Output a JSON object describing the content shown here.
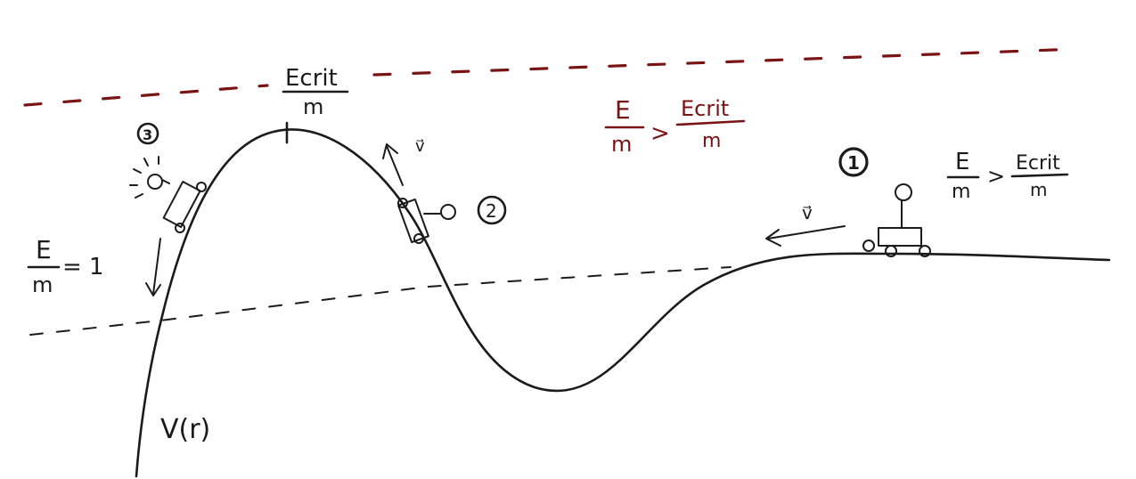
{
  "labels": {
    "e_crit_top_num": "Ecrit",
    "e_crit_top_den": "m",
    "red_ineq_num": "E",
    "red_ineq_den": "m",
    "red_ineq_op": ">",
    "red_ineq_rhs_num": "Ecrit",
    "red_ineq_rhs_den": "m",
    "black_ineq_num": "E",
    "black_ineq_den": "m",
    "black_ineq_op": ">",
    "black_ineq_rhs_num": "Ecrit",
    "black_ineq_rhs_den": "m",
    "e_over_m_num": "E",
    "e_over_m_den": "m",
    "e_over_m_eq": "= 1",
    "potential": "V(r)",
    "velocity": "v⃗",
    "v_small": "v⃗",
    "marker_1": "1",
    "marker_2": "2",
    "marker_3": "3"
  },
  "colors": {
    "ink": "#1b1b1b",
    "red": "#7a1414"
  }
}
